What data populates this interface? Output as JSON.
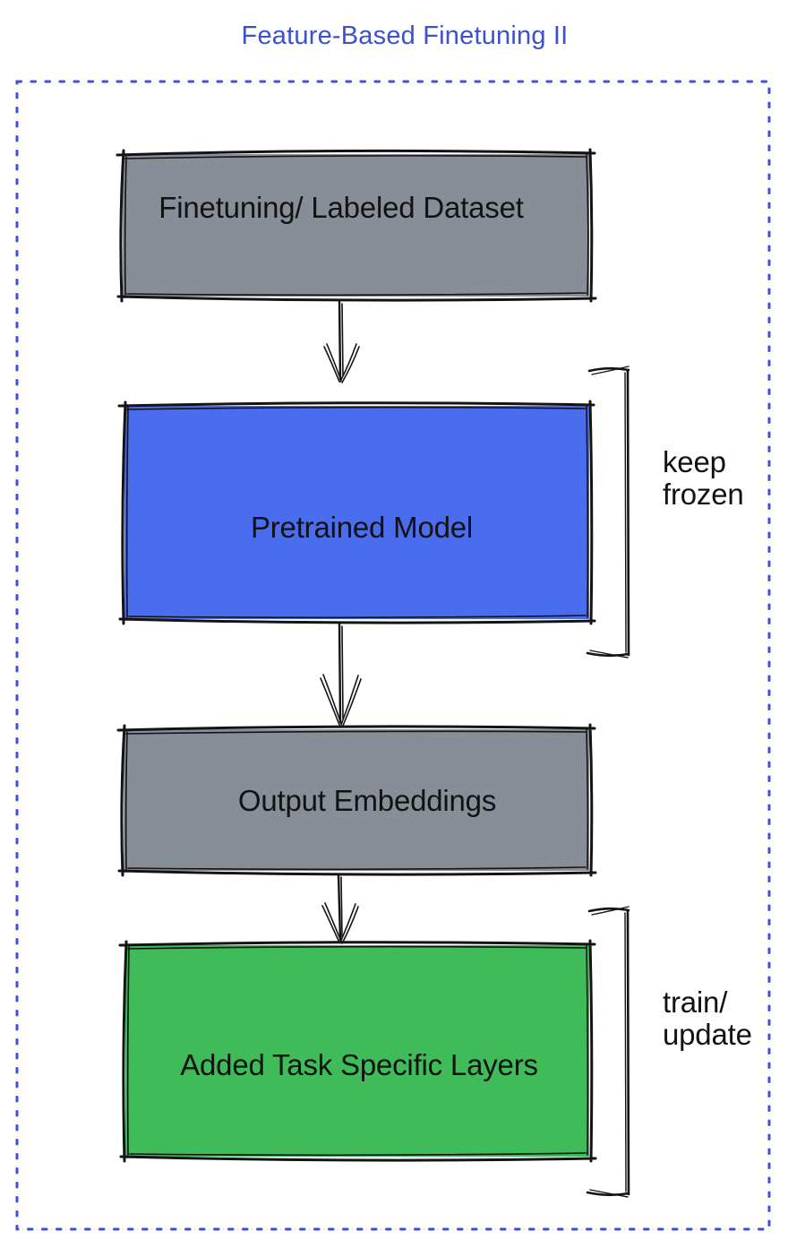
{
  "title": "Feature-Based Finetuning II",
  "colors": {
    "title": "#3C51CE",
    "frame": "#3A50D9",
    "gray": "#878E98",
    "blue": "#4A6CEE",
    "green": "#3FBC59"
  },
  "diagram": {
    "nodes": [
      {
        "id": "finetuning-dataset",
        "label": "Finetuning/ Labeled Dataset",
        "color": "gray"
      },
      {
        "id": "pretrained-model",
        "label": "Pretrained Model",
        "color": "blue"
      },
      {
        "id": "output-embeddings",
        "label": "Output Embeddings",
        "color": "gray"
      },
      {
        "id": "task-specific-layers",
        "label": "Added Task Specific Layers",
        "color": "green"
      }
    ],
    "edges": [
      {
        "from": "finetuning-dataset",
        "to": "pretrained-model"
      },
      {
        "from": "pretrained-model",
        "to": "output-embeddings"
      },
      {
        "from": "output-embeddings",
        "to": "task-specific-layers"
      }
    ],
    "annotations": [
      {
        "label": "keep\nfrozen",
        "applies_to": "pretrained-model"
      },
      {
        "label": "train/\nupdate",
        "applies_to": "task-specific-layers"
      }
    ]
  }
}
